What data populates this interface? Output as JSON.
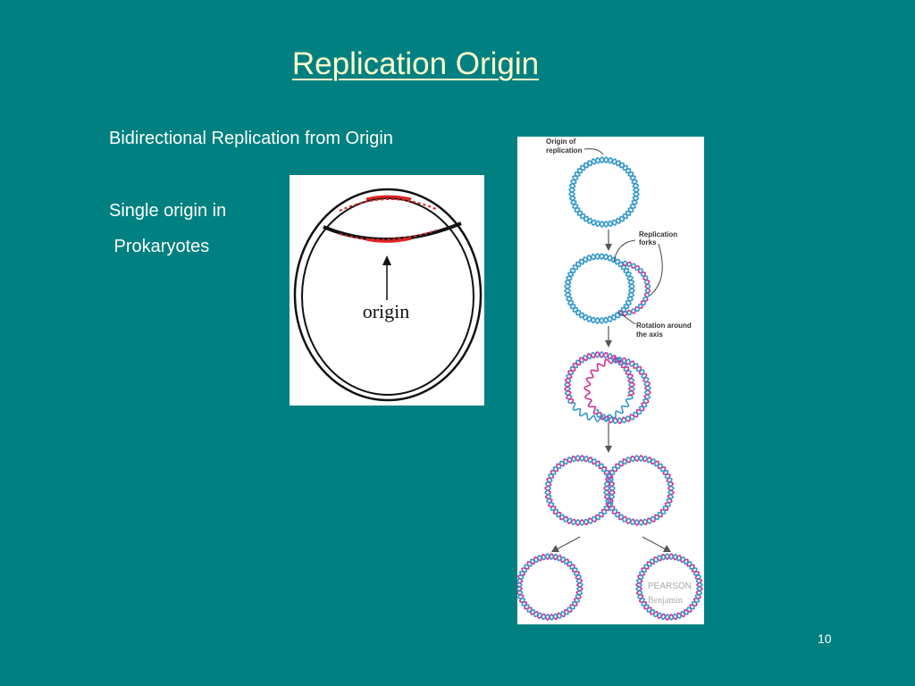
{
  "slide": {
    "title": "Replication Origin",
    "bullets": [
      "Bidirectional Replication from Origin",
      "Single origin in",
      " Prokaryotes"
    ],
    "page_number": "10"
  },
  "figure_origin": {
    "label": "origin"
  },
  "figure_replication": {
    "label_origin": [
      "Origin of",
      "replication"
    ],
    "label_forks": [
      "Replication",
      "forks"
    ],
    "label_rotation": [
      "Rotation around",
      "the axis"
    ],
    "publisher": [
      "PEARSON",
      "Benjamin"
    ]
  },
  "colors": {
    "background": "#008080",
    "title": "#ffffcc",
    "parent_strand": "#3399cc",
    "new_strand": "#cc3399",
    "origin_mark": "#dd2222"
  }
}
